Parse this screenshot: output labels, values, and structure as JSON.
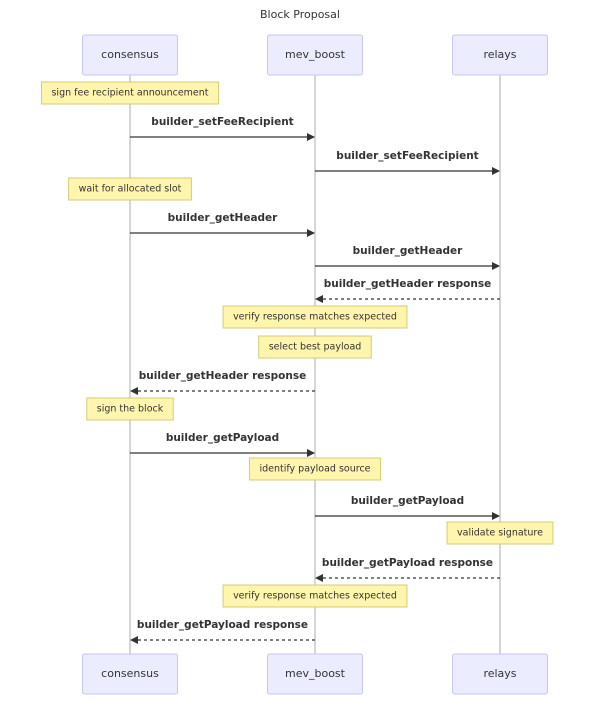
{
  "title": "Block Proposal",
  "participants": [
    {
      "id": "consensus",
      "label": "consensus"
    },
    {
      "id": "mev_boost",
      "label": "mev_boost"
    },
    {
      "id": "relays",
      "label": "relays"
    }
  ],
  "steps": [
    {
      "kind": "note",
      "over": "consensus",
      "text": "sign fee recipient announcement"
    },
    {
      "kind": "message",
      "from": "consensus",
      "to": "mev_boost",
      "text": "builder_setFeeRecipient",
      "style": "solid"
    },
    {
      "kind": "message",
      "from": "mev_boost",
      "to": "relays",
      "text": "builder_setFeeRecipient",
      "style": "solid"
    },
    {
      "kind": "note",
      "over": "consensus",
      "text": "wait for allocated slot"
    },
    {
      "kind": "message",
      "from": "consensus",
      "to": "mev_boost",
      "text": "builder_getHeader",
      "style": "solid"
    },
    {
      "kind": "message",
      "from": "mev_boost",
      "to": "relays",
      "text": "builder_getHeader",
      "style": "solid"
    },
    {
      "kind": "message",
      "from": "relays",
      "to": "mev_boost",
      "text": "builder_getHeader response",
      "style": "dashed"
    },
    {
      "kind": "note",
      "over": "mev_boost",
      "text": "verify response matches expected"
    },
    {
      "kind": "note",
      "over": "mev_boost",
      "text": "select best payload"
    },
    {
      "kind": "message",
      "from": "mev_boost",
      "to": "consensus",
      "text": "builder_getHeader response",
      "style": "dashed"
    },
    {
      "kind": "note",
      "over": "consensus",
      "text": "sign the block"
    },
    {
      "kind": "message",
      "from": "consensus",
      "to": "mev_boost",
      "text": "builder_getPayload",
      "style": "solid"
    },
    {
      "kind": "note",
      "over": "mev_boost",
      "text": "identify payload source"
    },
    {
      "kind": "message",
      "from": "mev_boost",
      "to": "relays",
      "text": "builder_getPayload",
      "style": "solid"
    },
    {
      "kind": "note",
      "over": "relays",
      "text": "validate signature"
    },
    {
      "kind": "message",
      "from": "relays",
      "to": "mev_boost",
      "text": "builder_getPayload response",
      "style": "dashed"
    },
    {
      "kind": "note",
      "over": "mev_boost",
      "text": "verify response matches expected"
    },
    {
      "kind": "message",
      "from": "mev_boost",
      "to": "consensus",
      "text": "builder_getPayload response",
      "style": "dashed"
    }
  ]
}
